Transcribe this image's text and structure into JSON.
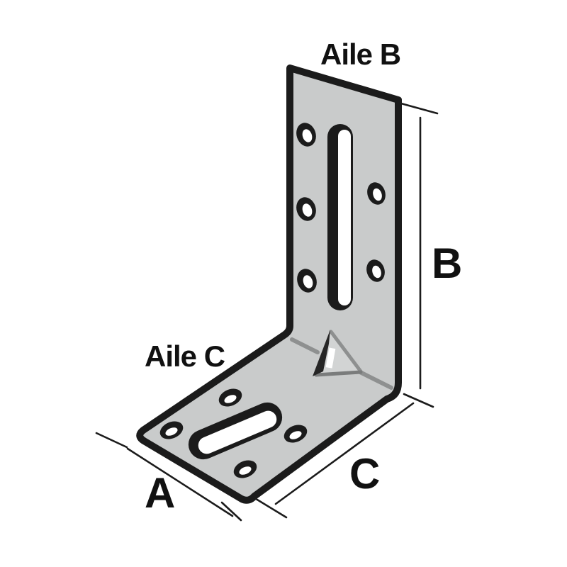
{
  "diagram": {
    "labels": {
      "wing_b": "Aile B",
      "wing_c": "Aile C",
      "dim_a": "A",
      "dim_b": "B",
      "dim_c": "C"
    },
    "colors": {
      "background": "#ffffff",
      "plate_fill": "#c9cbcb",
      "outline": "#1b1b1b",
      "bend_line": "#8e9090",
      "triangle_fill": "#d2d4d4",
      "triangle_shadow": "#262626",
      "highlight": "#ffffff",
      "hole_fill": "#ffffff"
    }
  }
}
